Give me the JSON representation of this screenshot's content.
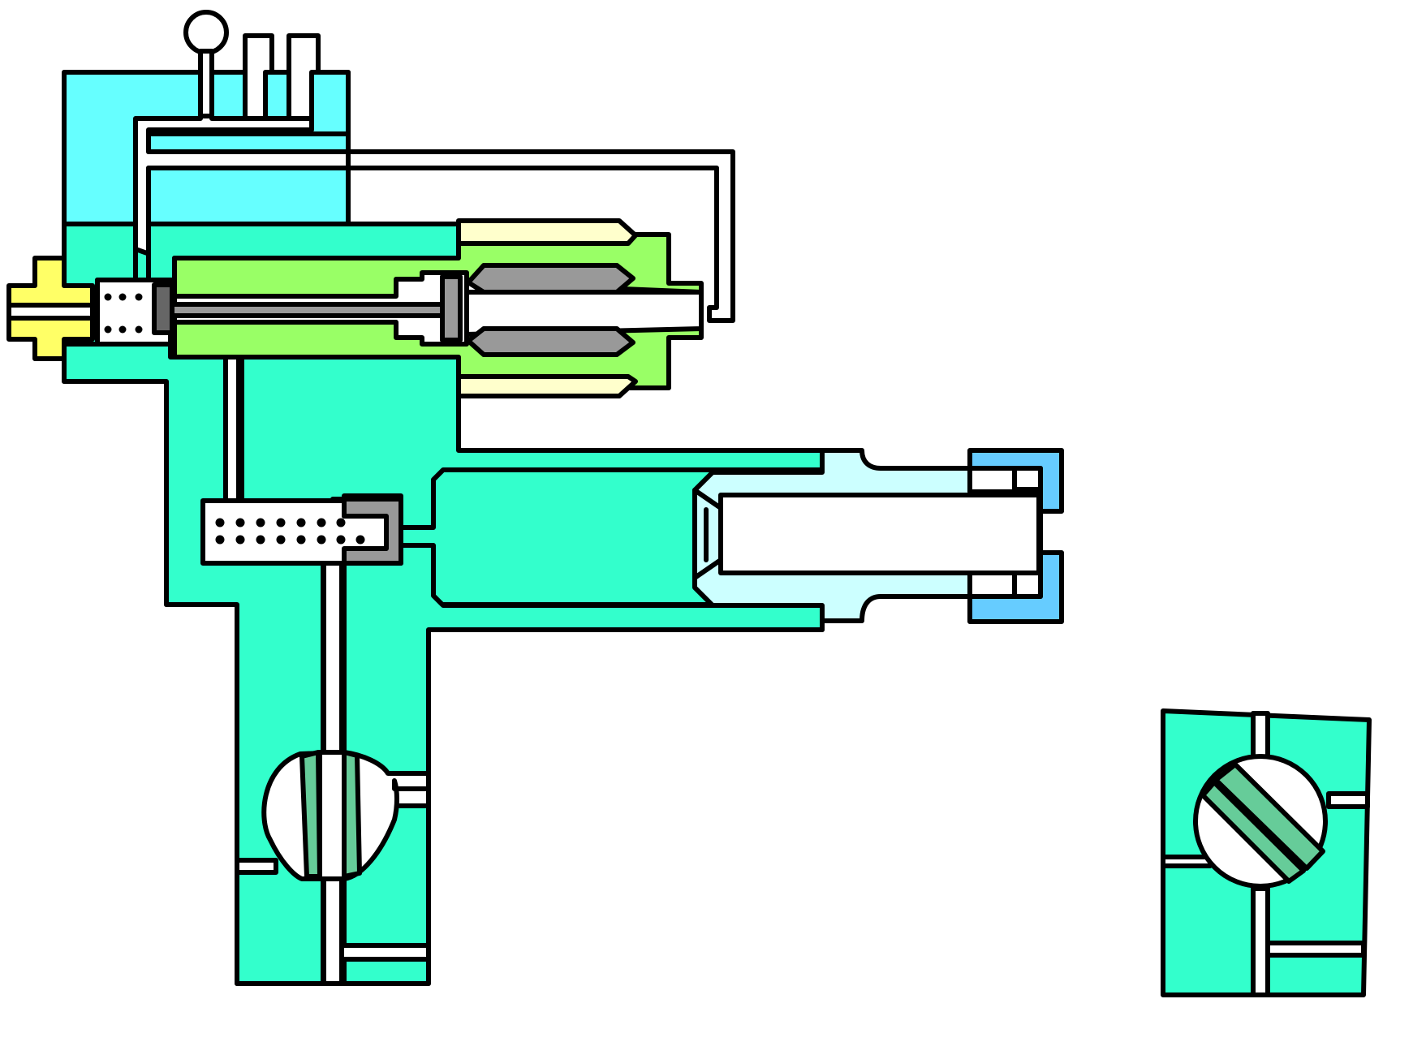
{
  "diagram": {
    "colors": {
      "background": "#ffffff",
      "outline": "#000000",
      "body": "#33ffcc",
      "upper_chamber": "#66ffff",
      "spool_housing": "#99ff66",
      "valve_pins": "#999999",
      "sleeve": "#ffffcc",
      "inlet_fitting": "#ffff66",
      "outlet_coupling": "#66ccff",
      "outlet_tube": "#ccffff",
      "rotary_valve_stripes": "#66cc99",
      "dark_plunger": "#666666",
      "passage": "#ffffff"
    },
    "components": [
      "upper-chamber",
      "inlet-fitting",
      "spool-housing",
      "sliding-spool",
      "filter-screens",
      "check-valve",
      "outlet-coupling",
      "rotary-valve-side-view",
      "rotary-valve-detail",
      "gauge-port",
      "vent-stubs"
    ]
  }
}
